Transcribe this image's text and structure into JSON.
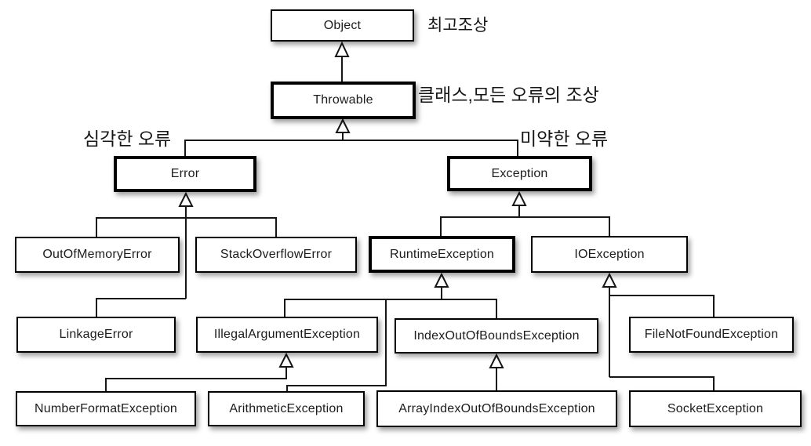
{
  "diagram": {
    "nodes": {
      "object": {
        "label": "Object"
      },
      "throwable": {
        "label": "Throwable"
      },
      "error": {
        "label": "Error"
      },
      "exception": {
        "label": "Exception"
      },
      "out_of_memory_error": {
        "label": "OutOfMemoryError"
      },
      "stack_overflow_error": {
        "label": "StackOverflowError"
      },
      "runtime_exception": {
        "label": "RuntimeException"
      },
      "io_exception": {
        "label": "IOException"
      },
      "linkage_error": {
        "label": "LinkageError"
      },
      "illegal_argument_exception": {
        "label": "IllegalArgumentException"
      },
      "index_out_of_bounds_exception": {
        "label": "IndexOutOfBoundsException"
      },
      "file_not_found_exception": {
        "label": "FileNotFoundException"
      },
      "number_format_exception": {
        "label": "NumberFormatException"
      },
      "arithmetic_exception": {
        "label": "ArithmeticException"
      },
      "array_index_out_of_bounds_exception": {
        "label": "ArrayIndexOutOfBoundsException"
      },
      "socket_exception": {
        "label": "SocketException"
      }
    },
    "annotations": {
      "object_note": "최고조상",
      "throwable_note": "클래스,모든 오류의 조상",
      "error_note": "심각한 오류",
      "exception_note": "미약한 오류"
    },
    "colors": {
      "background": "#ffffff",
      "box_fill": "#ffffff",
      "box_border": "#000000",
      "line": "#161616",
      "text": "#1c1c1c"
    }
  }
}
